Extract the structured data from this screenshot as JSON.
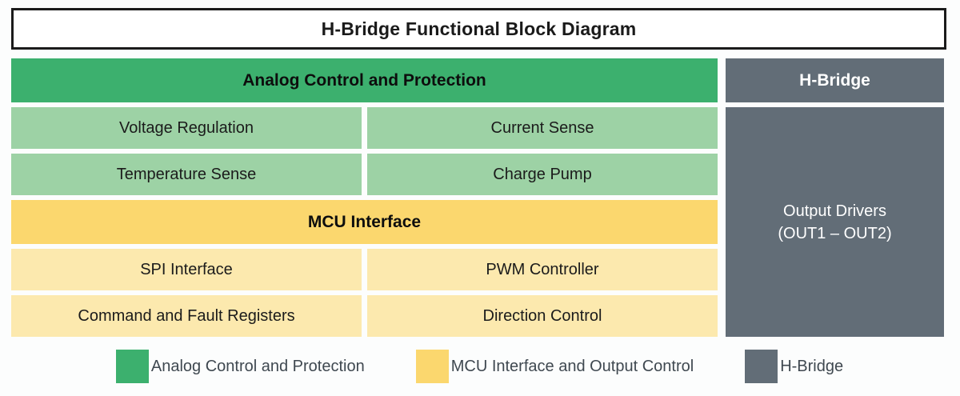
{
  "title": "H-Bridge Functional Block Diagram",
  "colors": {
    "analog_header_green": "#3cb06e",
    "analog_cell_green": "#9dd2a5",
    "mcu_header_yellow": "#fbd76e",
    "mcu_cell_yellow": "#fce9ae",
    "hbridge_gray": "#626d77",
    "legend_text": "#3f4850"
  },
  "analog_section": {
    "header": "Analog Control and Protection",
    "cells": [
      "Voltage Regulation",
      "Current Sense",
      "Temperature Sense",
      "Charge Pump"
    ]
  },
  "mcu_section": {
    "header": "MCU Interface",
    "cells": [
      "SPI Interface",
      "PWM Controller",
      "Command and Fault Registers",
      "Direction Control"
    ]
  },
  "hbridge_section": {
    "header": "H-Bridge",
    "block_line1": "Output Drivers",
    "block_line2": "(OUT1 – OUT2)"
  },
  "legend": {
    "items": [
      {
        "label": "Analog Control and Protection",
        "color": "#3cb06e"
      },
      {
        "label": "MCU Interface and Output Control",
        "color": "#fbd76e"
      },
      {
        "label": "H-Bridge",
        "color": "#626d77"
      }
    ]
  }
}
